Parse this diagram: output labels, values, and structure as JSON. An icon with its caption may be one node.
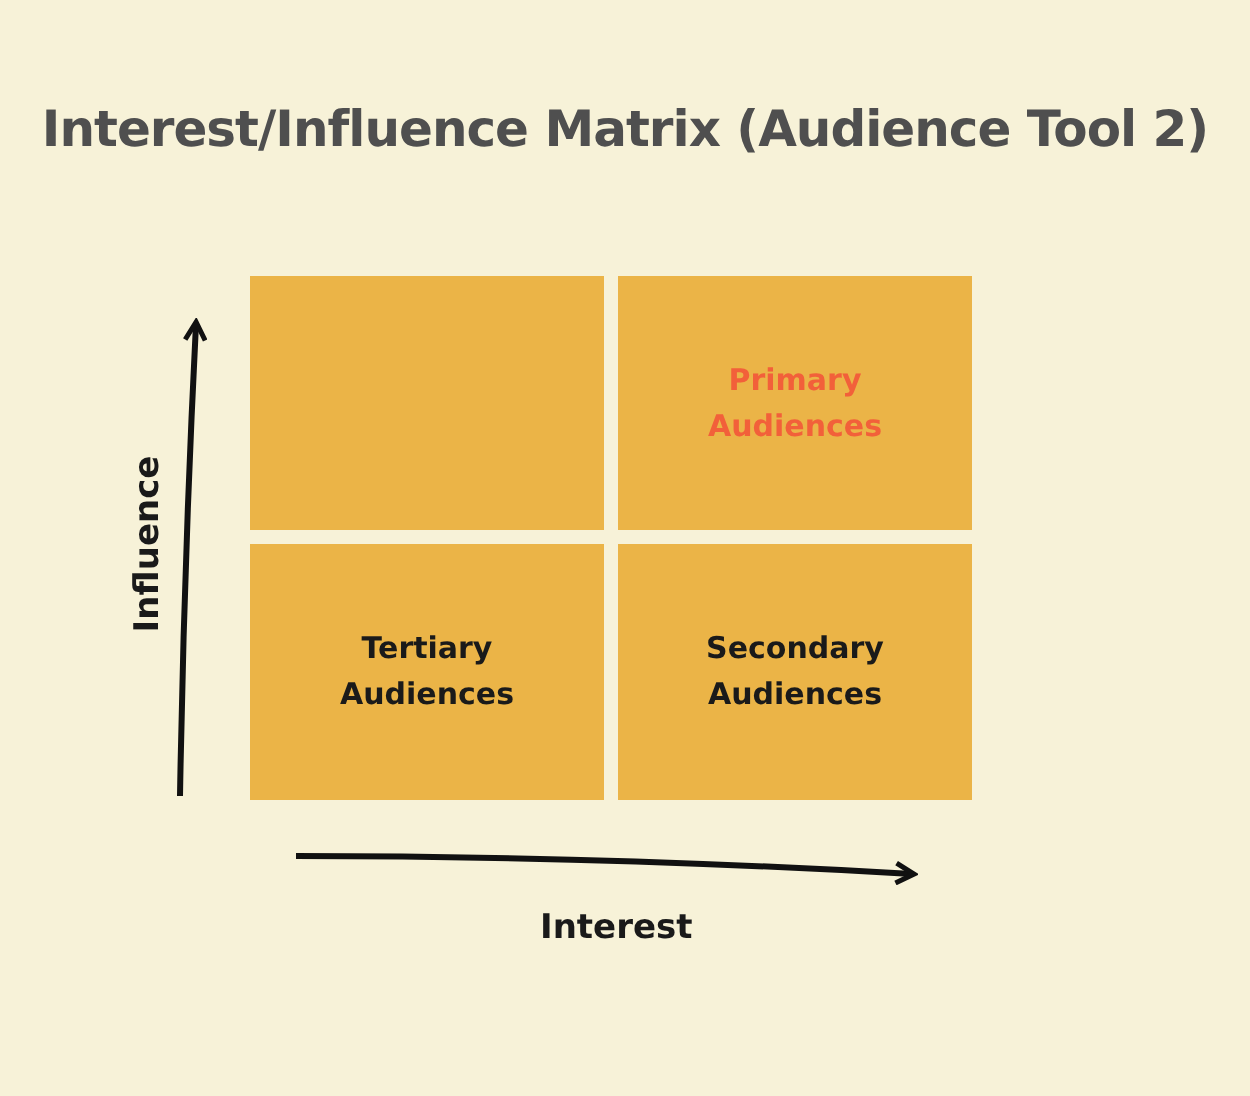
{
  "diagram": {
    "title": "Interest/Influence Matrix (Audience Tool 2)",
    "nodes": [
      {
        "text": [],
        "shape": "box"
      },
      {
        "text": [
          "Primary Audiences"
        ]
      },
      {
        "text": [
          "Tertiary Audiences"
        ]
      },
      {
        "text": [
          "Secondary Audiences"
        ]
      }
    ],
    "labels": [
      "Influence",
      "Interest"
    ]
  }
}
